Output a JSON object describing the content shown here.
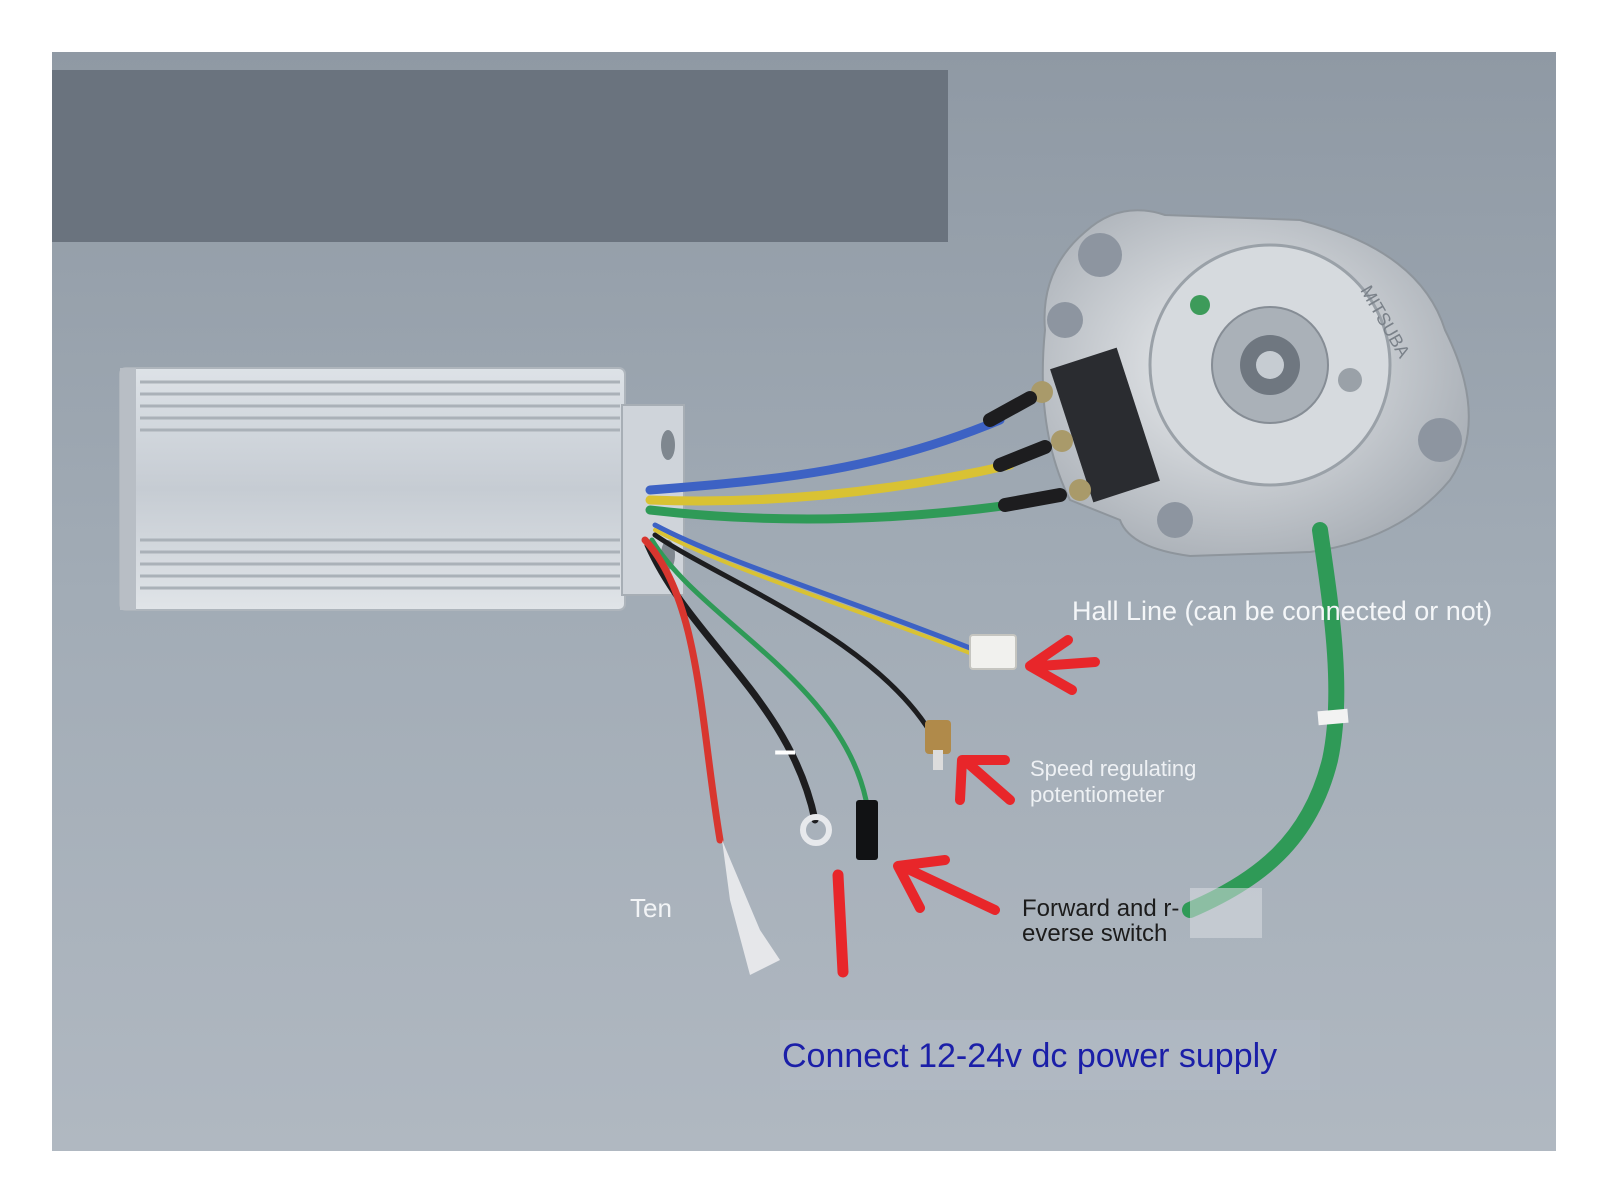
{
  "labels": {
    "hall_line": "Hall Line (can be connected or not)",
    "speed_pot_line1": "Speed regulating",
    "speed_pot_line2": "potentiometer",
    "fwd_rev_line1": "Forward and r-",
    "fwd_rev_line2": "everse switch",
    "ten": "Ten",
    "minus": "–",
    "power_supply": "Connect 12-24v dc power supply"
  },
  "motor_brand": "MITSUBA",
  "colors": {
    "background": "#9aa5b0",
    "top_band": "#6a737e",
    "arrow": "#e8262a",
    "power_text": "#1b1fa8",
    "wire_green": "#2f9a57",
    "wire_yellow": "#d9c233",
    "wire_blue": "#3d62c4",
    "wire_red": "#d8362f",
    "wire_black": "#1d1d1f"
  },
  "icons": [
    "arrow-hall-icon",
    "arrow-speed-icon",
    "arrow-switch-icon"
  ]
}
